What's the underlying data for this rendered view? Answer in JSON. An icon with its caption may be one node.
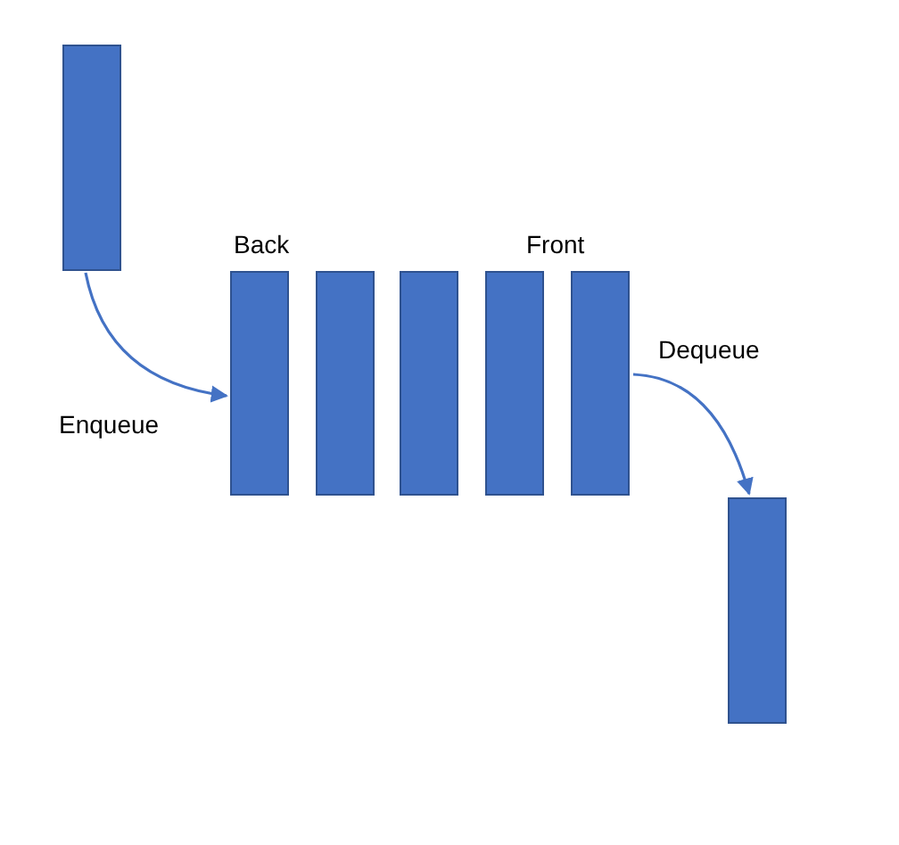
{
  "diagram": {
    "nodes": [
      {
        "text": [],
        "shape": "bar"
      },
      {
        "text": [],
        "shape": "bar"
      },
      {
        "text": [],
        "shape": "bar"
      },
      {
        "text": [],
        "shape": "bar"
      },
      {
        "text": [],
        "shape": "bar"
      },
      {
        "text": [],
        "shape": "bar"
      },
      {
        "text": [],
        "shape": "bar"
      }
    ],
    "edges": [
      {
        "from": 0,
        "to": 1,
        "arrow": "to",
        "label": "Enqueue"
      },
      {
        "from": 5,
        "to": 6,
        "arrow": "to",
        "label": "Dequeue"
      }
    ],
    "labels": [
      "Back",
      "Front"
    ]
  }
}
